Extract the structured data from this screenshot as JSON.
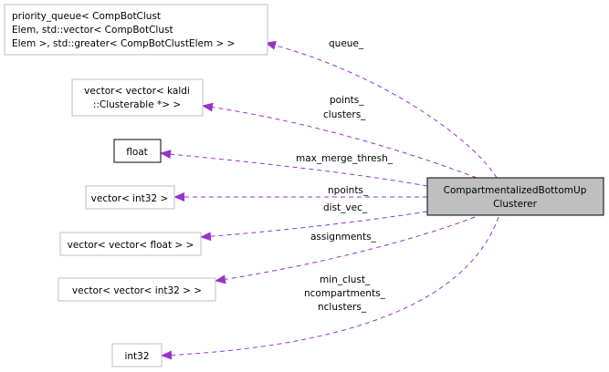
{
  "diagram": {
    "colors": {
      "edge": "#9a32cd",
      "target_fill": "#bfbfbf",
      "target_border": "#000000",
      "node_border": "#bfbfbf",
      "node_border_dark": "#000000",
      "node_fill": "#ffffff",
      "text": "#000000"
    },
    "target": {
      "id": "compartmentalized-bottom-up-clusterer",
      "lines": [
        "CompartmentalizedBottomUp",
        "Clusterer"
      ]
    },
    "nodes": [
      {
        "id": "priority-queue",
        "lines": [
          "priority_queue< CompBotClust",
          "Elem, std::vector< CompBotClust",
          "Elem >, std::greater< CompBotClustElem > >"
        ],
        "dark_border": false
      },
      {
        "id": "vector-vector-clusterable",
        "lines": [
          "vector< vector< kaldi",
          "::Clusterable *> >"
        ],
        "dark_border": false
      },
      {
        "id": "float",
        "lines": [
          "float"
        ],
        "dark_border": true
      },
      {
        "id": "vector-int32",
        "lines": [
          "vector< int32 >"
        ],
        "dark_border": false
      },
      {
        "id": "vector-vector-float",
        "lines": [
          "vector< vector< float > >"
        ],
        "dark_border": false
      },
      {
        "id": "vector-vector-int32",
        "lines": [
          "vector< vector< int32 > >"
        ],
        "dark_border": false
      },
      {
        "id": "int32",
        "lines": [
          "int32"
        ],
        "dark_border": false
      }
    ],
    "edges": [
      {
        "from": "compartmentalized-bottom-up-clusterer",
        "to": "priority-queue",
        "labels": [
          "queue_"
        ]
      },
      {
        "from": "compartmentalized-bottom-up-clusterer",
        "to": "vector-vector-clusterable",
        "labels": [
          "points_",
          "clusters_"
        ]
      },
      {
        "from": "compartmentalized-bottom-up-clusterer",
        "to": "float",
        "labels": [
          "max_merge_thresh_"
        ]
      },
      {
        "from": "compartmentalized-bottom-up-clusterer",
        "to": "vector-int32",
        "labels": [
          "npoints_"
        ]
      },
      {
        "from": "compartmentalized-bottom-up-clusterer",
        "to": "vector-vector-float",
        "labels": [
          "dist_vec_"
        ]
      },
      {
        "from": "compartmentalized-bottom-up-clusterer",
        "to": "vector-vector-int32",
        "labels": [
          "assignments_"
        ]
      },
      {
        "from": "compartmentalized-bottom-up-clusterer",
        "to": "int32",
        "labels": [
          "min_clust_",
          "ncompartments_",
          "nclusters_"
        ]
      }
    ]
  }
}
